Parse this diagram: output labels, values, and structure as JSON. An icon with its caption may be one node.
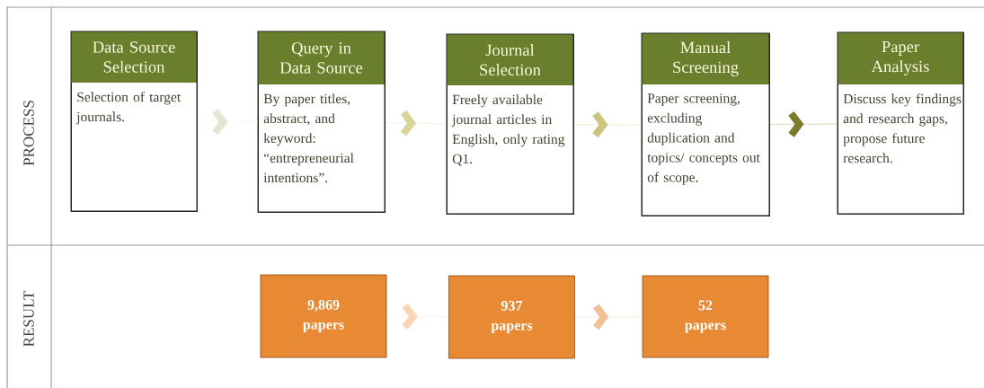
{
  "diagram": {
    "nodes": [
      {
        "text": [
          "Data Source Selection",
          "Selection of target journals."
        ]
      },
      {
        "text": [
          "Query in Data Source",
          "By paper titles, abstract, and keyword: “entrepreneurial intentions”."
        ]
      },
      {
        "text": [
          "Journal Selection",
          "Freely available journal articles in English, only rating Q1."
        ]
      },
      {
        "text": [
          "Manual Screening",
          "Paper screening, excluding duplication and topics/ concepts out of scope."
        ]
      },
      {
        "text": [
          "Paper Analysis",
          "Discuss key findings and research gaps, propose future research."
        ]
      },
      {
        "text": [
          "9,869 papers"
        ]
      },
      {
        "text": [
          "937 papers"
        ]
      },
      {
        "text": [
          "52 papers"
        ]
      }
    ],
    "edges": [
      {
        "from": 0,
        "to": 1,
        "arrow": "to",
        "color": "#e3e6d1"
      },
      {
        "from": 1,
        "to": 2,
        "arrow": "to",
        "color": "#d9d49a"
      },
      {
        "from": 2,
        "to": 3,
        "arrow": "to",
        "color": "#cbc47c"
      },
      {
        "from": 3,
        "to": 4,
        "arrow": "to",
        "color": "#7d7a2c"
      },
      {
        "from": 5,
        "to": 6,
        "arrow": "to",
        "color": "#f8d5b5"
      },
      {
        "from": 6,
        "to": 7,
        "arrow": "to",
        "color": "#f1c096"
      }
    ],
    "labels": [
      "PROCESS",
      "RESULT"
    ]
  }
}
